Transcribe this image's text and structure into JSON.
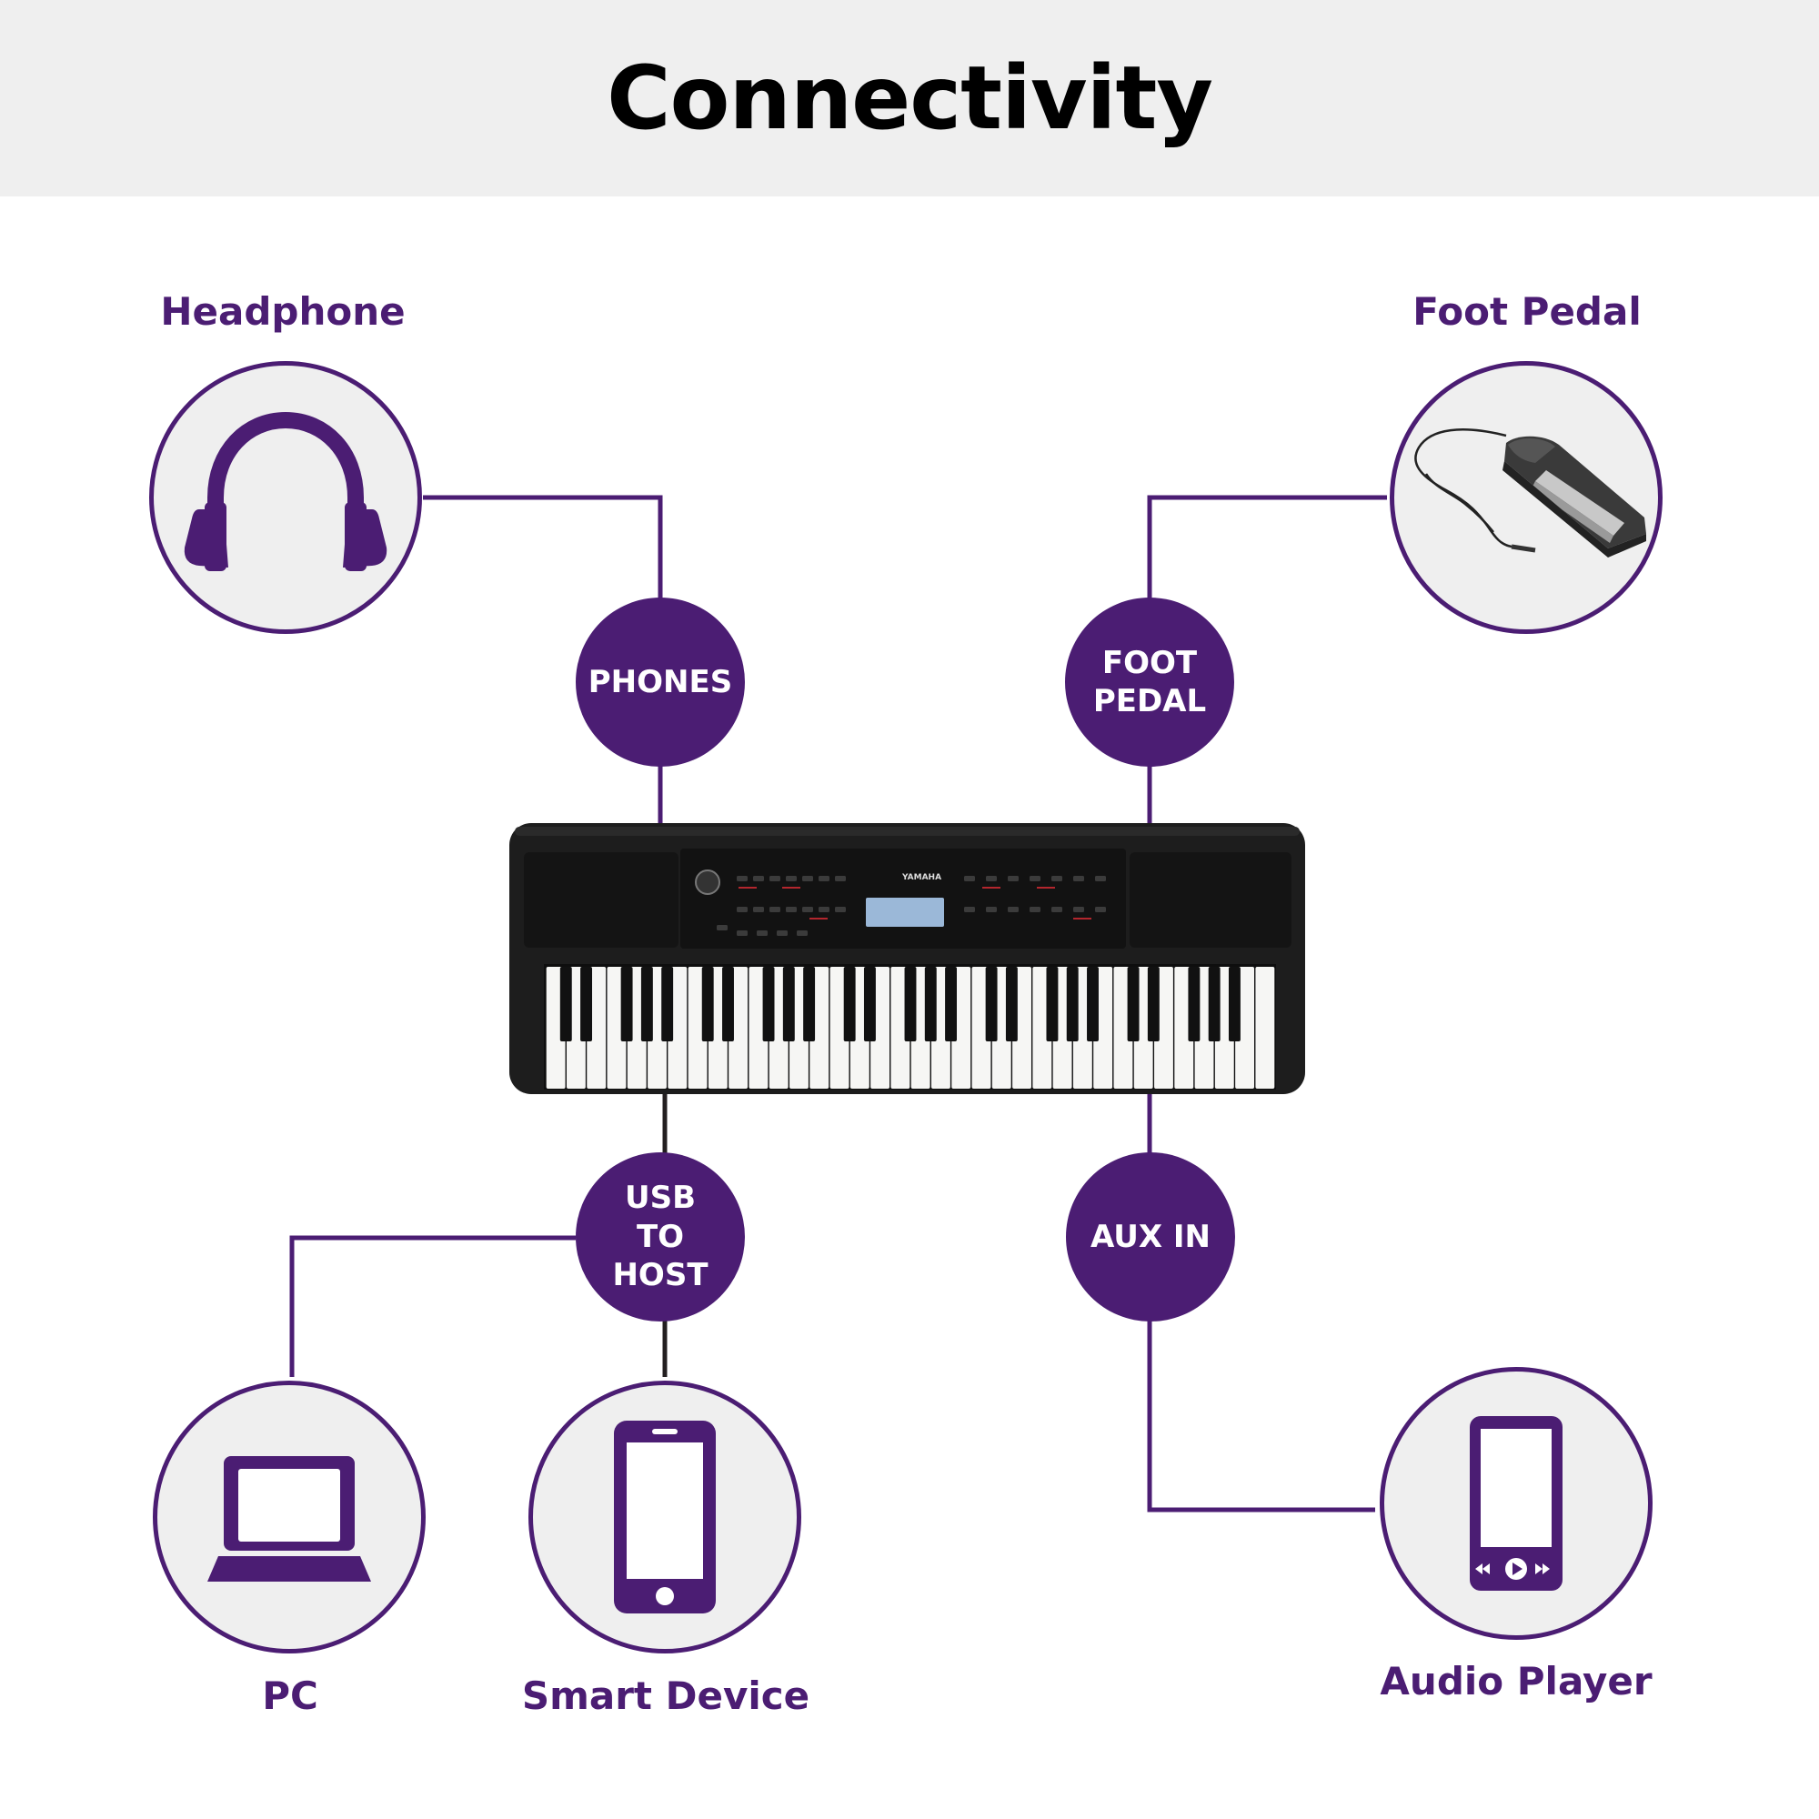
{
  "title": "Connectivity",
  "colors": {
    "accent": "#4b1d73",
    "line_dark": "#231f20",
    "header_bg": "#efefef",
    "circle_bg": "#efefef"
  },
  "devices": {
    "headphone": {
      "label": "Headphone",
      "icon": "headphone-icon"
    },
    "foot_pedal": {
      "label": "Foot Pedal",
      "icon": "foot-pedal-photo"
    },
    "pc": {
      "label": "PC",
      "icon": "laptop-icon"
    },
    "smart_device": {
      "label": "Smart Device",
      "icon": "smartphone-icon"
    },
    "audio_player": {
      "label": "Audio Player",
      "icon": "audio-player-icon"
    }
  },
  "ports": {
    "phones": {
      "label": "PHONES"
    },
    "foot_pedal": {
      "label": "FOOT\nPEDAL"
    },
    "usb_to_host": {
      "label": "USB\nTO\nHOST"
    },
    "aux_in": {
      "label": "AUX IN"
    }
  },
  "keyboard": {
    "brand": "YAMAHA",
    "icon": "keyboard-photo"
  }
}
